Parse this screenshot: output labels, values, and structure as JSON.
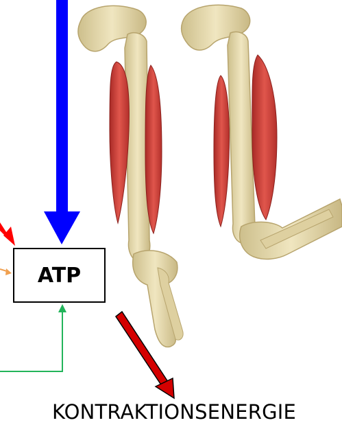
{
  "atp_box": {
    "label": "ATP"
  },
  "caption": {
    "text": "KONTRAKTIONSENERGIE"
  },
  "colors": {
    "blue_arrow": "#0000ff",
    "red_arrow": "#ff0000",
    "orange_arrow": "#f0a050",
    "green_arrow": "#22b45a",
    "muscle": "#cc3a34",
    "bone": "#e8dcae"
  },
  "icons": [
    "blue-down-arrow",
    "red-arrow",
    "orange-arrow",
    "green-connector-arrow",
    "red-diagonal-arrow",
    "arm-muscles-illustration"
  ]
}
